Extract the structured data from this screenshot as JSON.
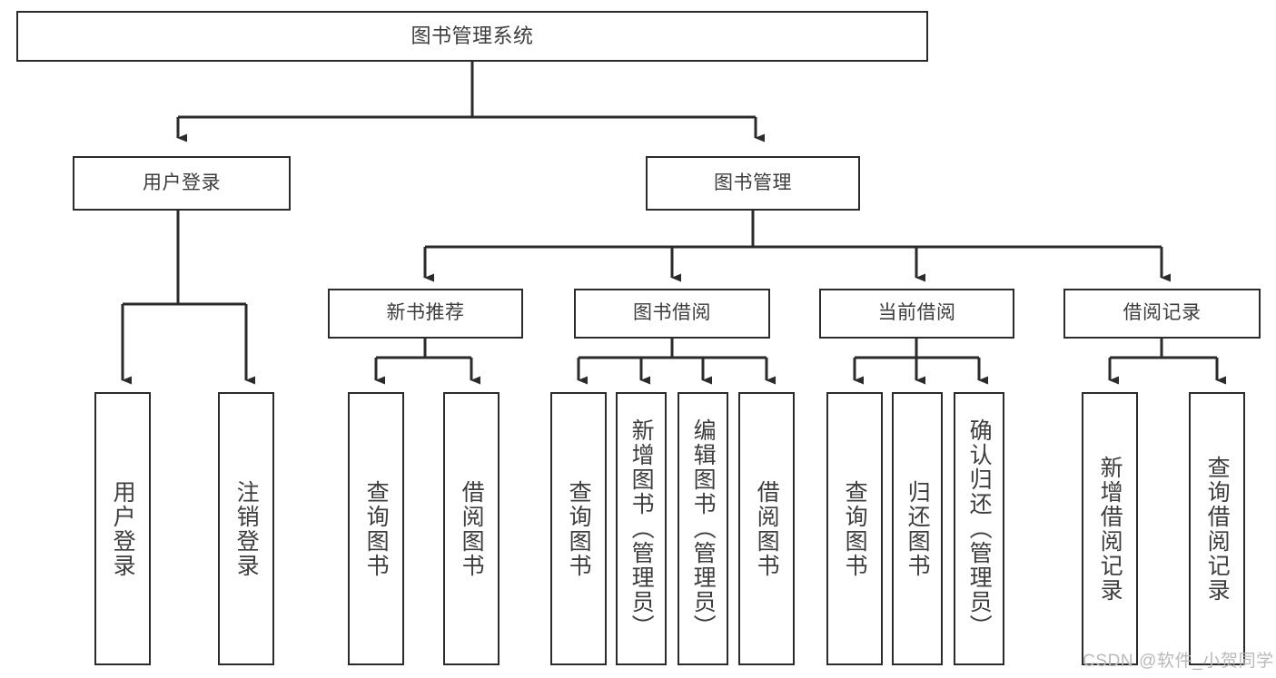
{
  "diagram": {
    "title": "图书管理系统",
    "type": "tree",
    "orientation": "top-down",
    "colors": {
      "box_border": "#2b2b2b",
      "box_fill": "#ffffff",
      "text": "#3d3d3d",
      "edge": "#2b2b2b",
      "watermark": "#b9b9b9",
      "background": "#ffffff"
    },
    "watermark": "CSDN @软件_小贺同学",
    "nodes": {
      "root": {
        "label": "图书管理系统"
      },
      "level2": [
        {
          "id": "user-login",
          "label": "用户登录"
        },
        {
          "id": "book-manage",
          "label": "图书管理"
        }
      ],
      "level3": [
        {
          "id": "new-book-recommend",
          "label": "新书推荐"
        },
        {
          "id": "book-borrow",
          "label": "图书借阅"
        },
        {
          "id": "current-borrow",
          "label": "当前借阅"
        },
        {
          "id": "borrow-record",
          "label": "借阅记录"
        }
      ],
      "leaves": [
        {
          "id": "leaf-user-login",
          "label": "用户登录",
          "parent": "user-login"
        },
        {
          "id": "leaf-user-logout",
          "label": "注销登录",
          "parent": "user-login"
        },
        {
          "id": "leaf-query-book-1",
          "label": "查询图书",
          "parent": "new-book-recommend"
        },
        {
          "id": "leaf-borrow-book-1",
          "label": "借阅图书",
          "parent": "new-book-recommend"
        },
        {
          "id": "leaf-query-book-2",
          "label": "查询图书",
          "parent": "book-borrow"
        },
        {
          "id": "leaf-add-book",
          "label": "新增图书（管理员）",
          "parent": "book-borrow"
        },
        {
          "id": "leaf-edit-book",
          "label": "编辑图书（管理员）",
          "parent": "book-borrow"
        },
        {
          "id": "leaf-borrow-book-2",
          "label": "借阅图书",
          "parent": "book-borrow"
        },
        {
          "id": "leaf-query-book-3",
          "label": "查询图书",
          "parent": "current-borrow"
        },
        {
          "id": "leaf-return-book",
          "label": "归还图书",
          "parent": "current-borrow"
        },
        {
          "id": "leaf-confirm-return",
          "label": "确认归还（管理员）",
          "parent": "current-borrow"
        },
        {
          "id": "leaf-add-record",
          "label": "新增借阅记录",
          "parent": "borrow-record"
        },
        {
          "id": "leaf-query-record",
          "label": "查询借阅记录",
          "parent": "borrow-record"
        }
      ]
    }
  }
}
